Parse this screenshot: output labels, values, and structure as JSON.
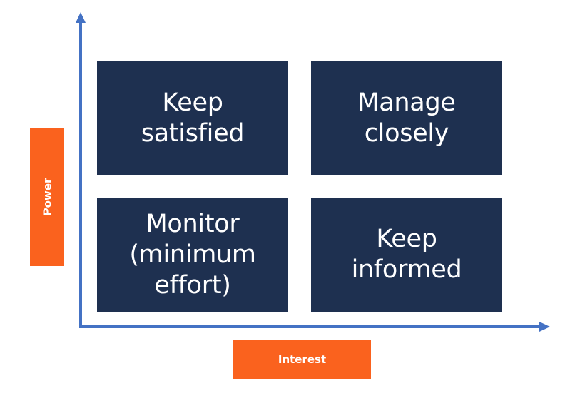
{
  "diagram": {
    "type": "2x2 stakeholder matrix",
    "y_axis": {
      "label": "Power",
      "direction": "up"
    },
    "x_axis": {
      "label": "Interest",
      "direction": "right"
    },
    "quadrants": {
      "top_left": "Keep\nsatisfied",
      "top_right": "Manage\nclosely",
      "bottom_left": "Monitor\n(minimum\neffort)",
      "bottom_right": "Keep\ninformed"
    }
  },
  "colors": {
    "quadrant_fill": "#1e3050",
    "quadrant_text": "#ffffff",
    "label_fill": "#fa621e",
    "label_text": "#ffffff",
    "axis": "#4472c4",
    "background": "#ffffff"
  }
}
